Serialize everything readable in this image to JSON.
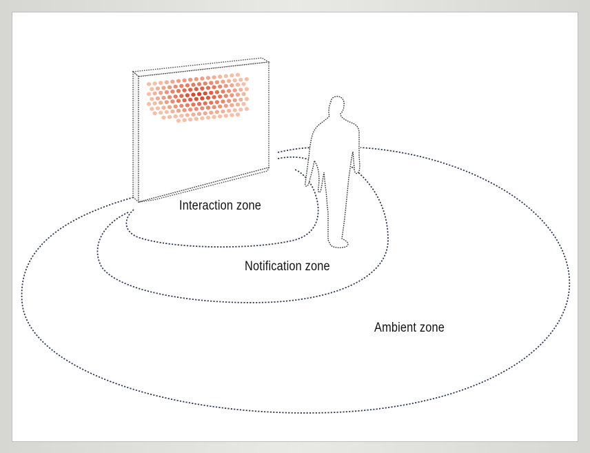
{
  "labels": {
    "interaction": "Interaction zone",
    "notification": "Notification zone",
    "ambient": "Ambient zone"
  },
  "colors": {
    "zone_line": "#2f3a55",
    "outline": "#4a4a4a",
    "dot_hot": "#d43a1c",
    "dot_cool": "#f4c0a8"
  }
}
